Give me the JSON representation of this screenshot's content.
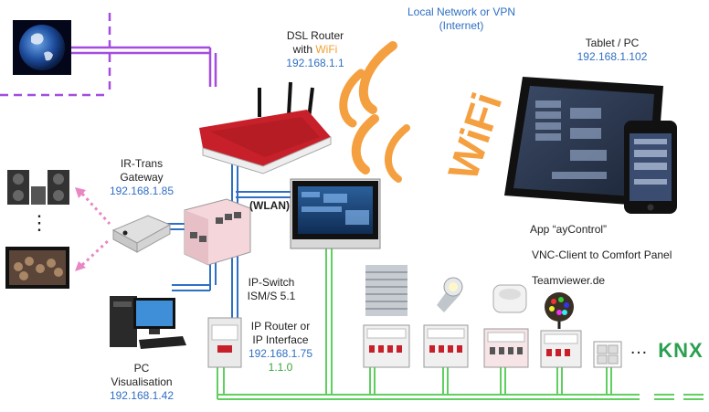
{
  "internet": {
    "header": "Local Network  or VPN",
    "sub": "(Internet)",
    "wifi_text": "WiFi"
  },
  "router": {
    "line1": "DSL Router",
    "line2_prefix": "with ",
    "line2_wifi": "WiFi",
    "ip": "192.168.1.1"
  },
  "tablet": {
    "title": "Tablet / PC",
    "ip": "192.168.1.102"
  },
  "irtrans": {
    "line1": "IR-Trans",
    "line2": "Gateway",
    "ip": "192.168.1.85"
  },
  "wlan_label": "(WLAN)",
  "ip_switch": {
    "line1": "IP-Switch",
    "line2": "ISM/S 5.1"
  },
  "ip_router": {
    "line1": "IP Router or",
    "line2": "IP Interface",
    "ip": "192.168.1.75",
    "address": "1.1.0"
  },
  "pc": {
    "line1": "PC",
    "line2": "Visualisation",
    "ip": "192.168.1.42"
  },
  "apps": {
    "line1": "App “ayControl”",
    "line2": "VNC-Client to Comfort Panel",
    "line3": "Teamviewer.de"
  },
  "ellipsis": "…",
  "vertical_dots": "⋮",
  "knx_logo": "KNX",
  "colors": {
    "ip_blue": "#2f6fc4",
    "knx_green": "#5fcf5f",
    "wifi_orange": "#f5a040",
    "internet_purple": "#a24de0",
    "ir_pink": "#e887c4",
    "router_red": "#c8202a",
    "knx_logo_green": "#2aa050"
  },
  "icons": {
    "globe": "earth-globe-icon",
    "router": "wifi-router-icon",
    "tablet": "tablet-icon",
    "phone": "smartphone-icon",
    "hifi": "hifi-stereo-icon",
    "tv": "television-icon",
    "ir_gateway": "ir-gateway-icon",
    "ip_switch": "din-switch-icon",
    "touch_panel": "touch-panel-icon",
    "pc": "desktop-pc-icon",
    "ip_router": "din-router-icon",
    "blinds": "window-blinds-icon",
    "spotlight": "spotlight-icon",
    "motion_sensor": "motion-sensor-icon",
    "rgb_lamp": "rgb-lamp-icon",
    "actuator": "din-actuator-icon",
    "push_button": "push-button-icon"
  }
}
